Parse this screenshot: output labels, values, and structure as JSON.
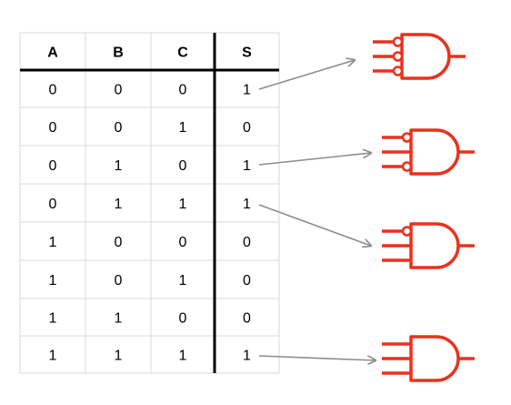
{
  "truth_table": {
    "headers": [
      "A",
      "B",
      "C",
      "S"
    ],
    "rows": [
      [
        "0",
        "0",
        "0",
        "1"
      ],
      [
        "0",
        "0",
        "1",
        "0"
      ],
      [
        "0",
        "1",
        "0",
        "1"
      ],
      [
        "0",
        "1",
        "1",
        "1"
      ],
      [
        "1",
        "0",
        "0",
        "0"
      ],
      [
        "1",
        "0",
        "1",
        "0"
      ],
      [
        "1",
        "1",
        "0",
        "0"
      ],
      [
        "1",
        "1",
        "1",
        "1"
      ]
    ]
  },
  "gates": [
    {
      "type": "and-gate",
      "inverted_inputs": [
        true,
        true,
        true
      ],
      "color": "#e8321e"
    },
    {
      "type": "and-gate",
      "inverted_inputs": [
        true,
        false,
        true
      ],
      "color": "#e8321e"
    },
    {
      "type": "and-gate",
      "inverted_inputs": [
        true,
        false,
        false
      ],
      "color": "#e8321e"
    },
    {
      "type": "and-gate",
      "inverted_inputs": [
        false,
        false,
        false
      ],
      "color": "#e8321e"
    }
  ],
  "arrows": [
    {
      "from_row": 0,
      "to_gate": 0
    },
    {
      "from_row": 2,
      "to_gate": 1
    },
    {
      "from_row": 3,
      "to_gate": 2
    },
    {
      "from_row": 7,
      "to_gate": 3
    }
  ],
  "colors": {
    "gate": "#e8321e",
    "arrow": "#8c8c8c",
    "grid": "#d9d9d9",
    "divider": "#000000"
  }
}
